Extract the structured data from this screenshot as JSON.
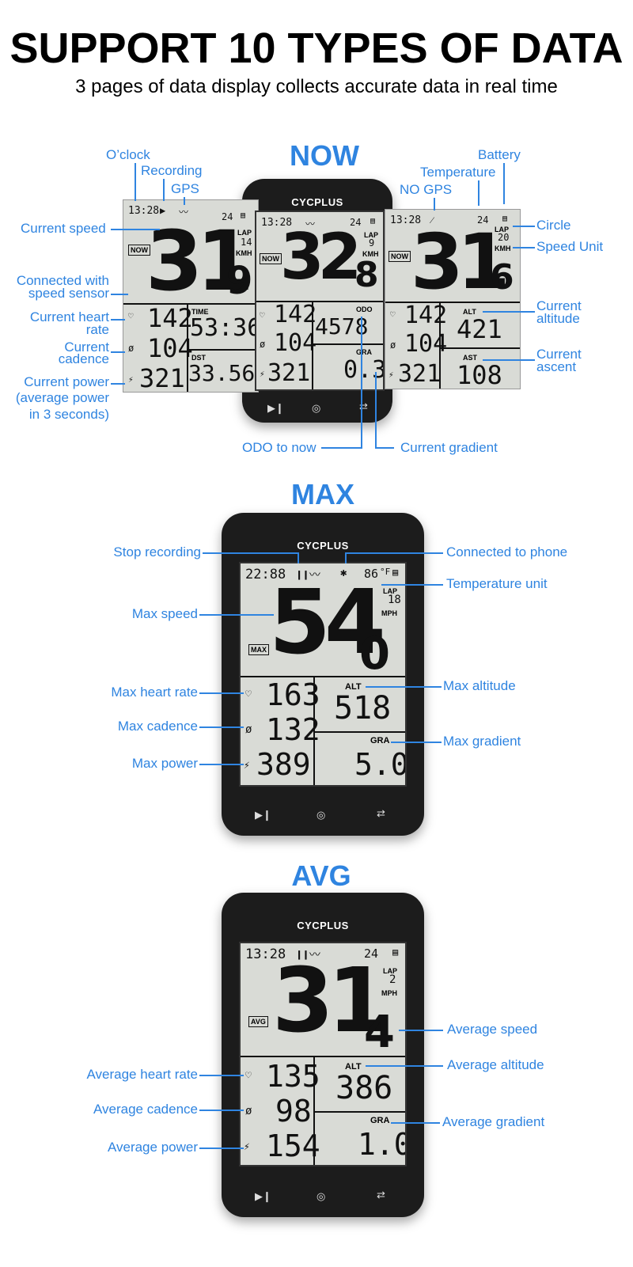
{
  "header": {
    "title": "SUPPORT 10 TYPES OF DATA",
    "subtitle": "3 pages of data display collects accurate data in real time"
  },
  "now": {
    "section": "NOW",
    "labels": {
      "oclock": "O’clock",
      "recording": "Recording",
      "gps": "GPS",
      "current_speed": "Current speed",
      "speed_sensor_1": "Connected with",
      "speed_sensor_2": "speed sensor",
      "hr_1": "Current heart",
      "hr_2": "rate",
      "cad_1": "Current",
      "cad_2": "cadence",
      "pow_1": "Current power",
      "pow_2": "(average power",
      "pow_3": "in 3 seconds)",
      "battery": "Battery",
      "temperature": "Temperature",
      "no_gps": "NO GPS",
      "circle": "Circle",
      "speed_unit": "Speed Unit",
      "alt_1": "Current",
      "alt_2": "altitude",
      "ast_1": "Current",
      "ast_2": "ascent",
      "odo": "ODO to now",
      "gradient": "Current gradient"
    },
    "left": {
      "time": "13:28",
      "temp": "24",
      "lap_label": "LAP",
      "lap": "14",
      "unit": "KMH",
      "mode": "NOW",
      "speed": "31",
      "speed_dec": "9",
      "hr": "142",
      "cad": "104",
      "pow": "321",
      "time_label": "TIME",
      "time_val": "53:36",
      "dst_label": "DST",
      "dst": "33.56"
    },
    "center": {
      "brand": "CYCPLUS",
      "time": "13:28",
      "temp": "24",
      "lap_label": "LAP",
      "lap": "9",
      "unit": "KMH",
      "mode": "NOW",
      "speed": "32",
      "speed_dec": "8",
      "hr": "142",
      "cad": "104",
      "pow": "321",
      "odo_label": "ODO",
      "odo": "4578",
      "gra_label": "GRA",
      "gra": "0.3"
    },
    "right": {
      "time": "13:28",
      "temp": "24",
      "lap_label": "LAP",
      "lap": "20",
      "unit": "KMH",
      "mode": "NOW",
      "speed": "31",
      "speed_dec": "6",
      "hr": "142",
      "cad": "104",
      "pow": "321",
      "alt_label": "ALT",
      "alt": "421",
      "ast_label": "AST",
      "ast": "108"
    }
  },
  "max": {
    "section": "MAX",
    "labels": {
      "stop": "Stop recording",
      "phone": "Connected to phone",
      "temp_unit": "Temperature unit",
      "speed": "Max speed",
      "hr": "Max heart rate",
      "cad": "Max cadence",
      "pow": "Max power",
      "alt": "Max altitude",
      "gra": "Max gradient"
    },
    "device": {
      "brand": "CYCPLUS",
      "time": "22:88",
      "temp": "86",
      "temp_unit": "°F",
      "lap_label": "LAP",
      "lap": "18",
      "unit": "MPH",
      "mode": "MAX",
      "speed": "54",
      "speed_dec": "0",
      "hr": "163",
      "cad": "132",
      "pow": "389",
      "alt_label": "ALT",
      "alt": "518",
      "gra_label": "GRA",
      "gra": "5.0"
    }
  },
  "avg": {
    "section": "AVG",
    "labels": {
      "speed": "Average speed",
      "alt": "Average altitude",
      "hr": "Average heart rate",
      "cad": "Average cadence",
      "gra": "Average gradient",
      "pow": "Average power"
    },
    "device": {
      "brand": "CYCPLUS",
      "time": "13:28",
      "temp": "24",
      "lap_label": "LAP",
      "lap": "2",
      "unit": "MPH",
      "mode": "AVG",
      "speed": "31",
      "speed_dec": "4",
      "hr": "135",
      "cad": "98",
      "pow": "154",
      "alt_label": "ALT",
      "alt": "386",
      "gra_label": "GRA",
      "gra": "1.0"
    }
  },
  "icons": [
    "heart-icon",
    "cadence-icon",
    "power-icon",
    "battery-icon",
    "gps-icon",
    "bluetooth-icon",
    "play-pause-icon",
    "menu-icon",
    "switch-icon"
  ],
  "colors": {
    "accent": "#2f84e0",
    "lcd": "#d9dbd6",
    "device": "#1c1c1c"
  }
}
